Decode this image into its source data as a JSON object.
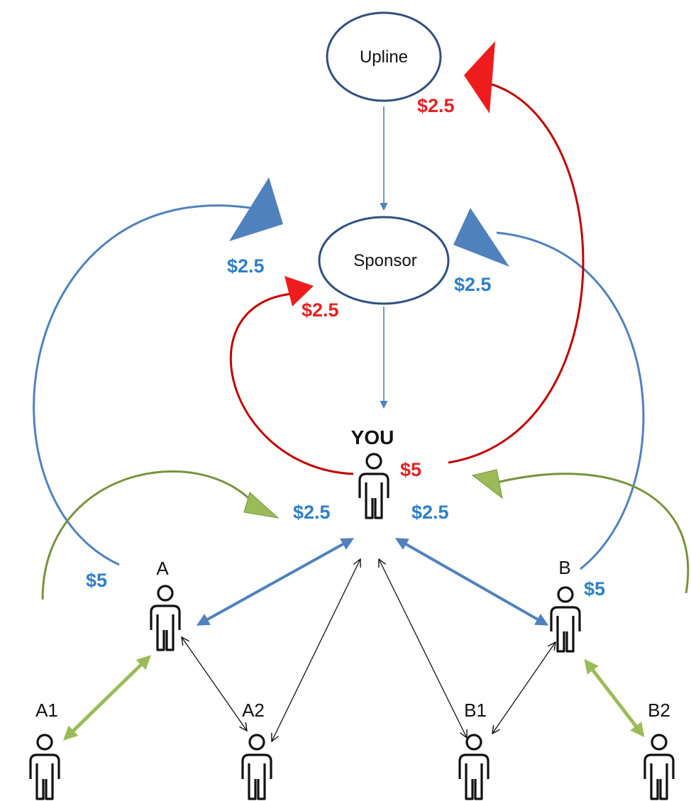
{
  "nodes": {
    "upline": "Upline",
    "sponsor": "Sponsor",
    "you": "YOU"
  },
  "people": {
    "a": "A",
    "b": "B",
    "a1": "A1",
    "a2": "A2",
    "b1": "B1",
    "b2": "B2"
  },
  "amounts": {
    "to_upline_red": "$2.5",
    "to_sponsor_blue_left": "$2.5",
    "to_sponsor_blue_right": "$2.5",
    "to_sponsor_red": "$2.5",
    "you_red": "$5",
    "you_blue_left": "$2.5",
    "you_blue_right": "$2.5",
    "from_a1": "$5",
    "from_b2": "$5"
  },
  "colors": {
    "blue_arrow": "#4f81bd",
    "red_arrow": "#c00000",
    "red_head": "#ee1c1c",
    "green_arrow": "#77933c",
    "green_head": "#9bbb59",
    "node_outline": "#2f4f7f",
    "amount_blue": "#2e7fc6",
    "amount_red": "#e52121"
  }
}
